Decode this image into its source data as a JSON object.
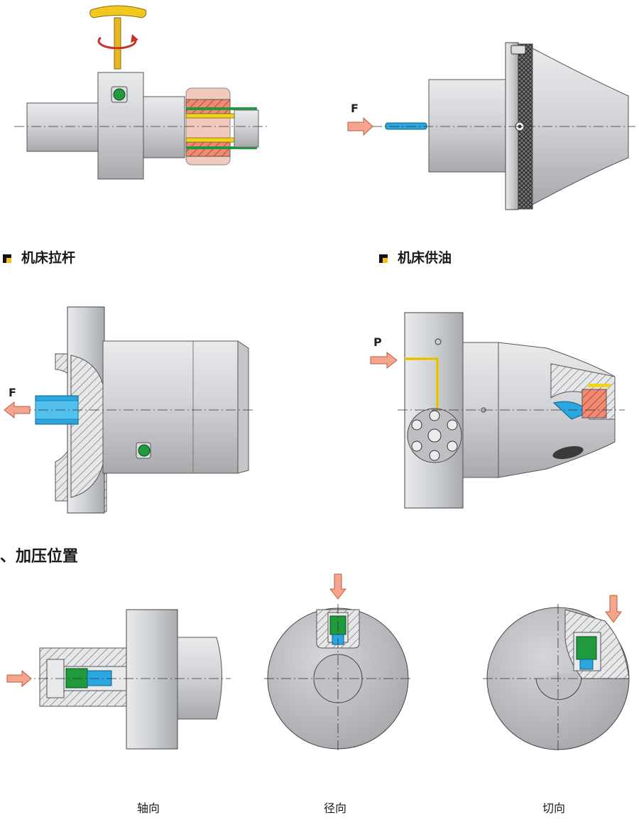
{
  "labels": {
    "drawbar": "机床拉杆",
    "oil_supply": "机床供油",
    "section": "、加压位置",
    "axial": "轴向",
    "radial": "径向",
    "tangential": "切向"
  },
  "force_letters": {
    "top_right": "F",
    "middle_left": "F",
    "middle_right": "P"
  },
  "colors": {
    "body_gray": "#c9cbcf",
    "green_screw": "#1f9a3c",
    "blue_part": "#2aa7e0",
    "red_seal": "#e0705a",
    "yellow_line": "#f2d21b",
    "arrow": "#f08a6c"
  }
}
